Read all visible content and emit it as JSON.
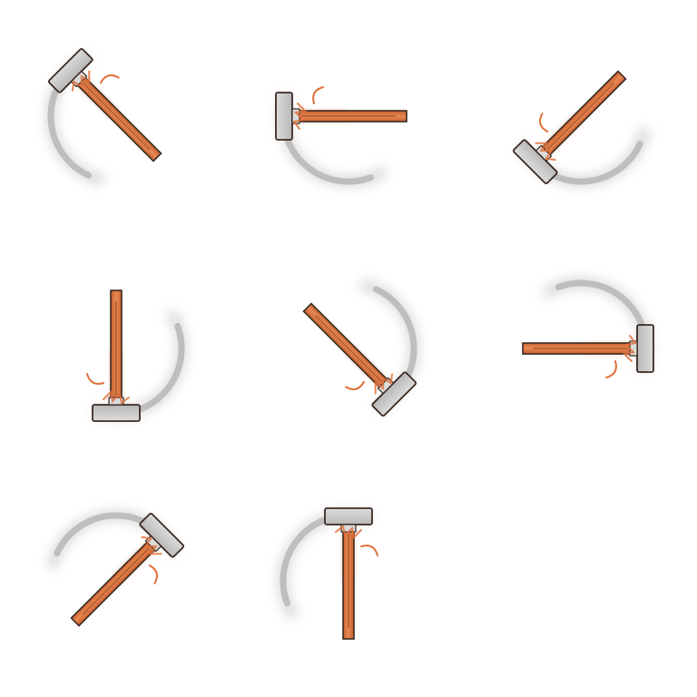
{
  "sprite_sheet": {
    "subject": "hammer-icon",
    "columns": 3,
    "frame_count": 8,
    "colors": {
      "background": "#ffffff",
      "handle": "#c8602e",
      "handle_highlight": "#e88a55",
      "outline": "#3a2a22",
      "head": "#b8b8b8",
      "head_light": "#dcdcdc",
      "swoosh": "#b9b9b9",
      "motion": "#e0703a"
    },
    "frames": [
      {
        "name": "frame-1",
        "angle_deg": -45
      },
      {
        "name": "frame-2",
        "angle_deg": -90
      },
      {
        "name": "frame-3",
        "angle_deg": -135
      },
      {
        "name": "frame-4",
        "angle_deg": 180
      },
      {
        "name": "frame-5",
        "angle_deg": 135
      },
      {
        "name": "frame-6",
        "angle_deg": 90
      },
      {
        "name": "frame-7",
        "angle_deg": 45
      },
      {
        "name": "frame-8",
        "angle_deg": 0
      }
    ]
  }
}
